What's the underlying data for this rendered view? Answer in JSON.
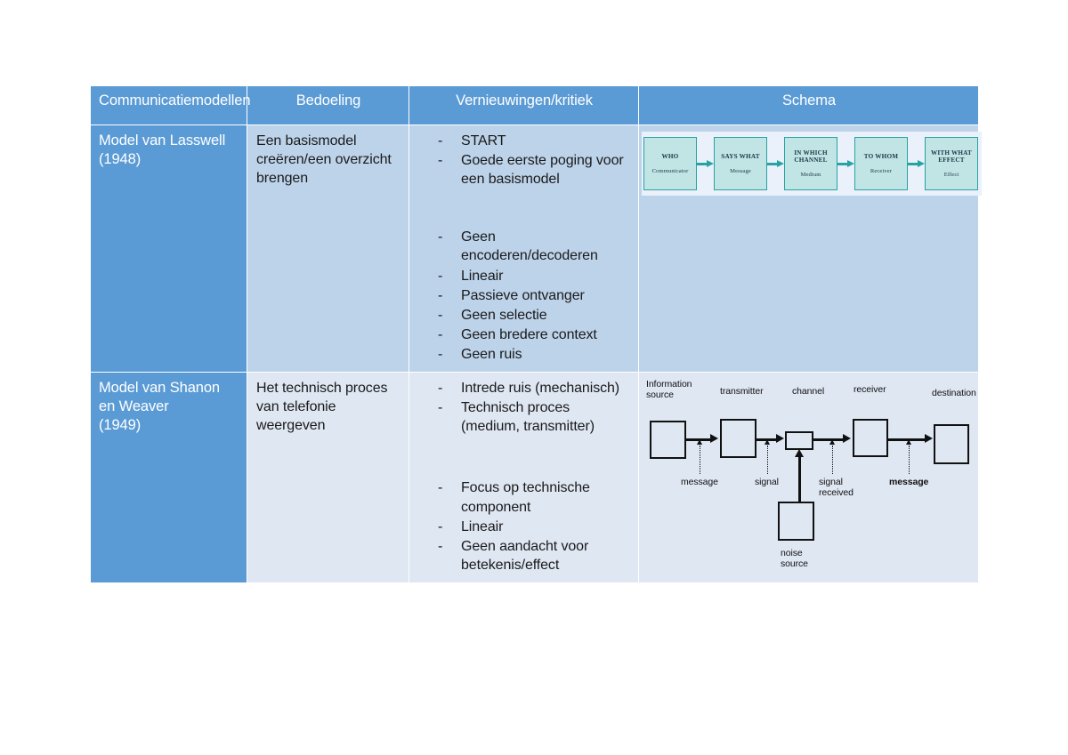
{
  "table": {
    "headers": [
      "Communicatiemodellen",
      "Bedoeling",
      "Vernieuwingen/kritiek",
      "Schema"
    ],
    "rows": [
      {
        "model": "Model van Lasswell\n(1948)",
        "bedoeling": "Een basismodel creëren/een overzicht brengen",
        "kritiek_top": [
          "START",
          "Goede eerste poging voor een basismodel"
        ],
        "kritiek_bottom": [
          "Geen encoderen/decoderen",
          "Lineair",
          "Passieve ontvanger",
          "Geen selectie",
          "Geen bredere context",
          "Geen ruis"
        ]
      },
      {
        "model": "Model van Shanon en Weaver\n(1949)",
        "bedoeling": "Het technisch proces van telefonie weergeven",
        "kritiek_top": [
          "Intrede ruis (mechanisch)",
          "Technisch proces (medium, transmitter)"
        ],
        "kritiek_bottom": [
          "Focus op technische component",
          "Lineair",
          "Geen aandacht voor betekenis/effect"
        ]
      }
    ]
  },
  "lasswell_diagram": {
    "boxes": [
      {
        "question": "WHO",
        "element": "Communicator"
      },
      {
        "question": "SAYS WHAT",
        "element": "Message"
      },
      {
        "question": "IN WHICH CHANNEL",
        "element": "Medium"
      },
      {
        "question": "TO WHOM",
        "element": "Receiver"
      },
      {
        "question": "WITH WHAT EFFECT",
        "element": "Effect"
      }
    ]
  },
  "shannon_weaver_diagram": {
    "nodes": [
      {
        "label": "Information\nsource"
      },
      {
        "label": "transmitter"
      },
      {
        "label": "channel"
      },
      {
        "label": "receiver"
      },
      {
        "label": "destination"
      },
      {
        "label": "noise\nsource"
      }
    ],
    "edge_labels": [
      "message",
      "signal",
      "signal\nreceived",
      "message"
    ]
  },
  "colors": {
    "header_blue": "#5b9bd5",
    "row1_body": "#bdd3ea",
    "row2_body": "#dfe7f3",
    "teal_border": "#26a3a3",
    "teal_fill": "#c1e4e4",
    "page_background": "#ffffff"
  }
}
